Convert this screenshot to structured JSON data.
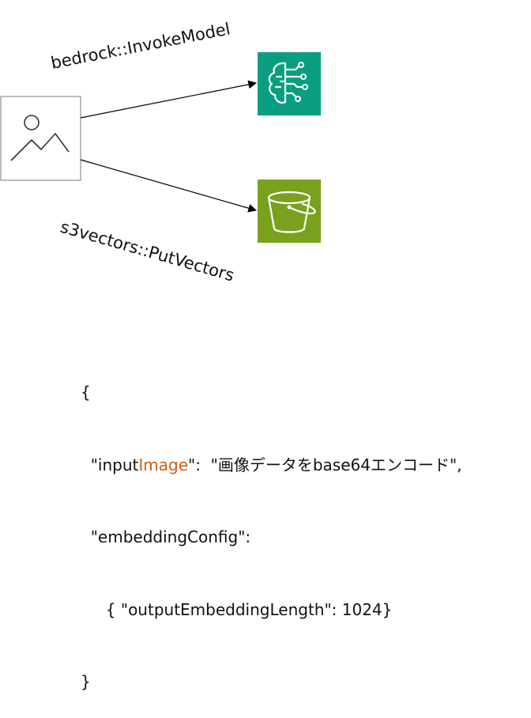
{
  "labels": {
    "invoke": "bedrock::InvokeModel",
    "put": "s3vectors::PutVectors"
  },
  "icons": {
    "source": "image-icon",
    "bedrock": "bedrock-brain-icon",
    "s3": "s3-bucket-icon"
  },
  "colors": {
    "bedrock_bg": "#0a9e80",
    "s3_bg": "#79a11e",
    "highlight": "#d05c10"
  },
  "code": {
    "open_brace": "{",
    "line1_prefix": "  \"input",
    "line1_highlight": "Image",
    "line1_suffix": "\":  \"画像データをbase64エンコード\",",
    "line2": "  \"embeddingConfig\":",
    "line3": "     { \"outputEmbeddingLength\": 1024}",
    "close_brace": "}"
  }
}
